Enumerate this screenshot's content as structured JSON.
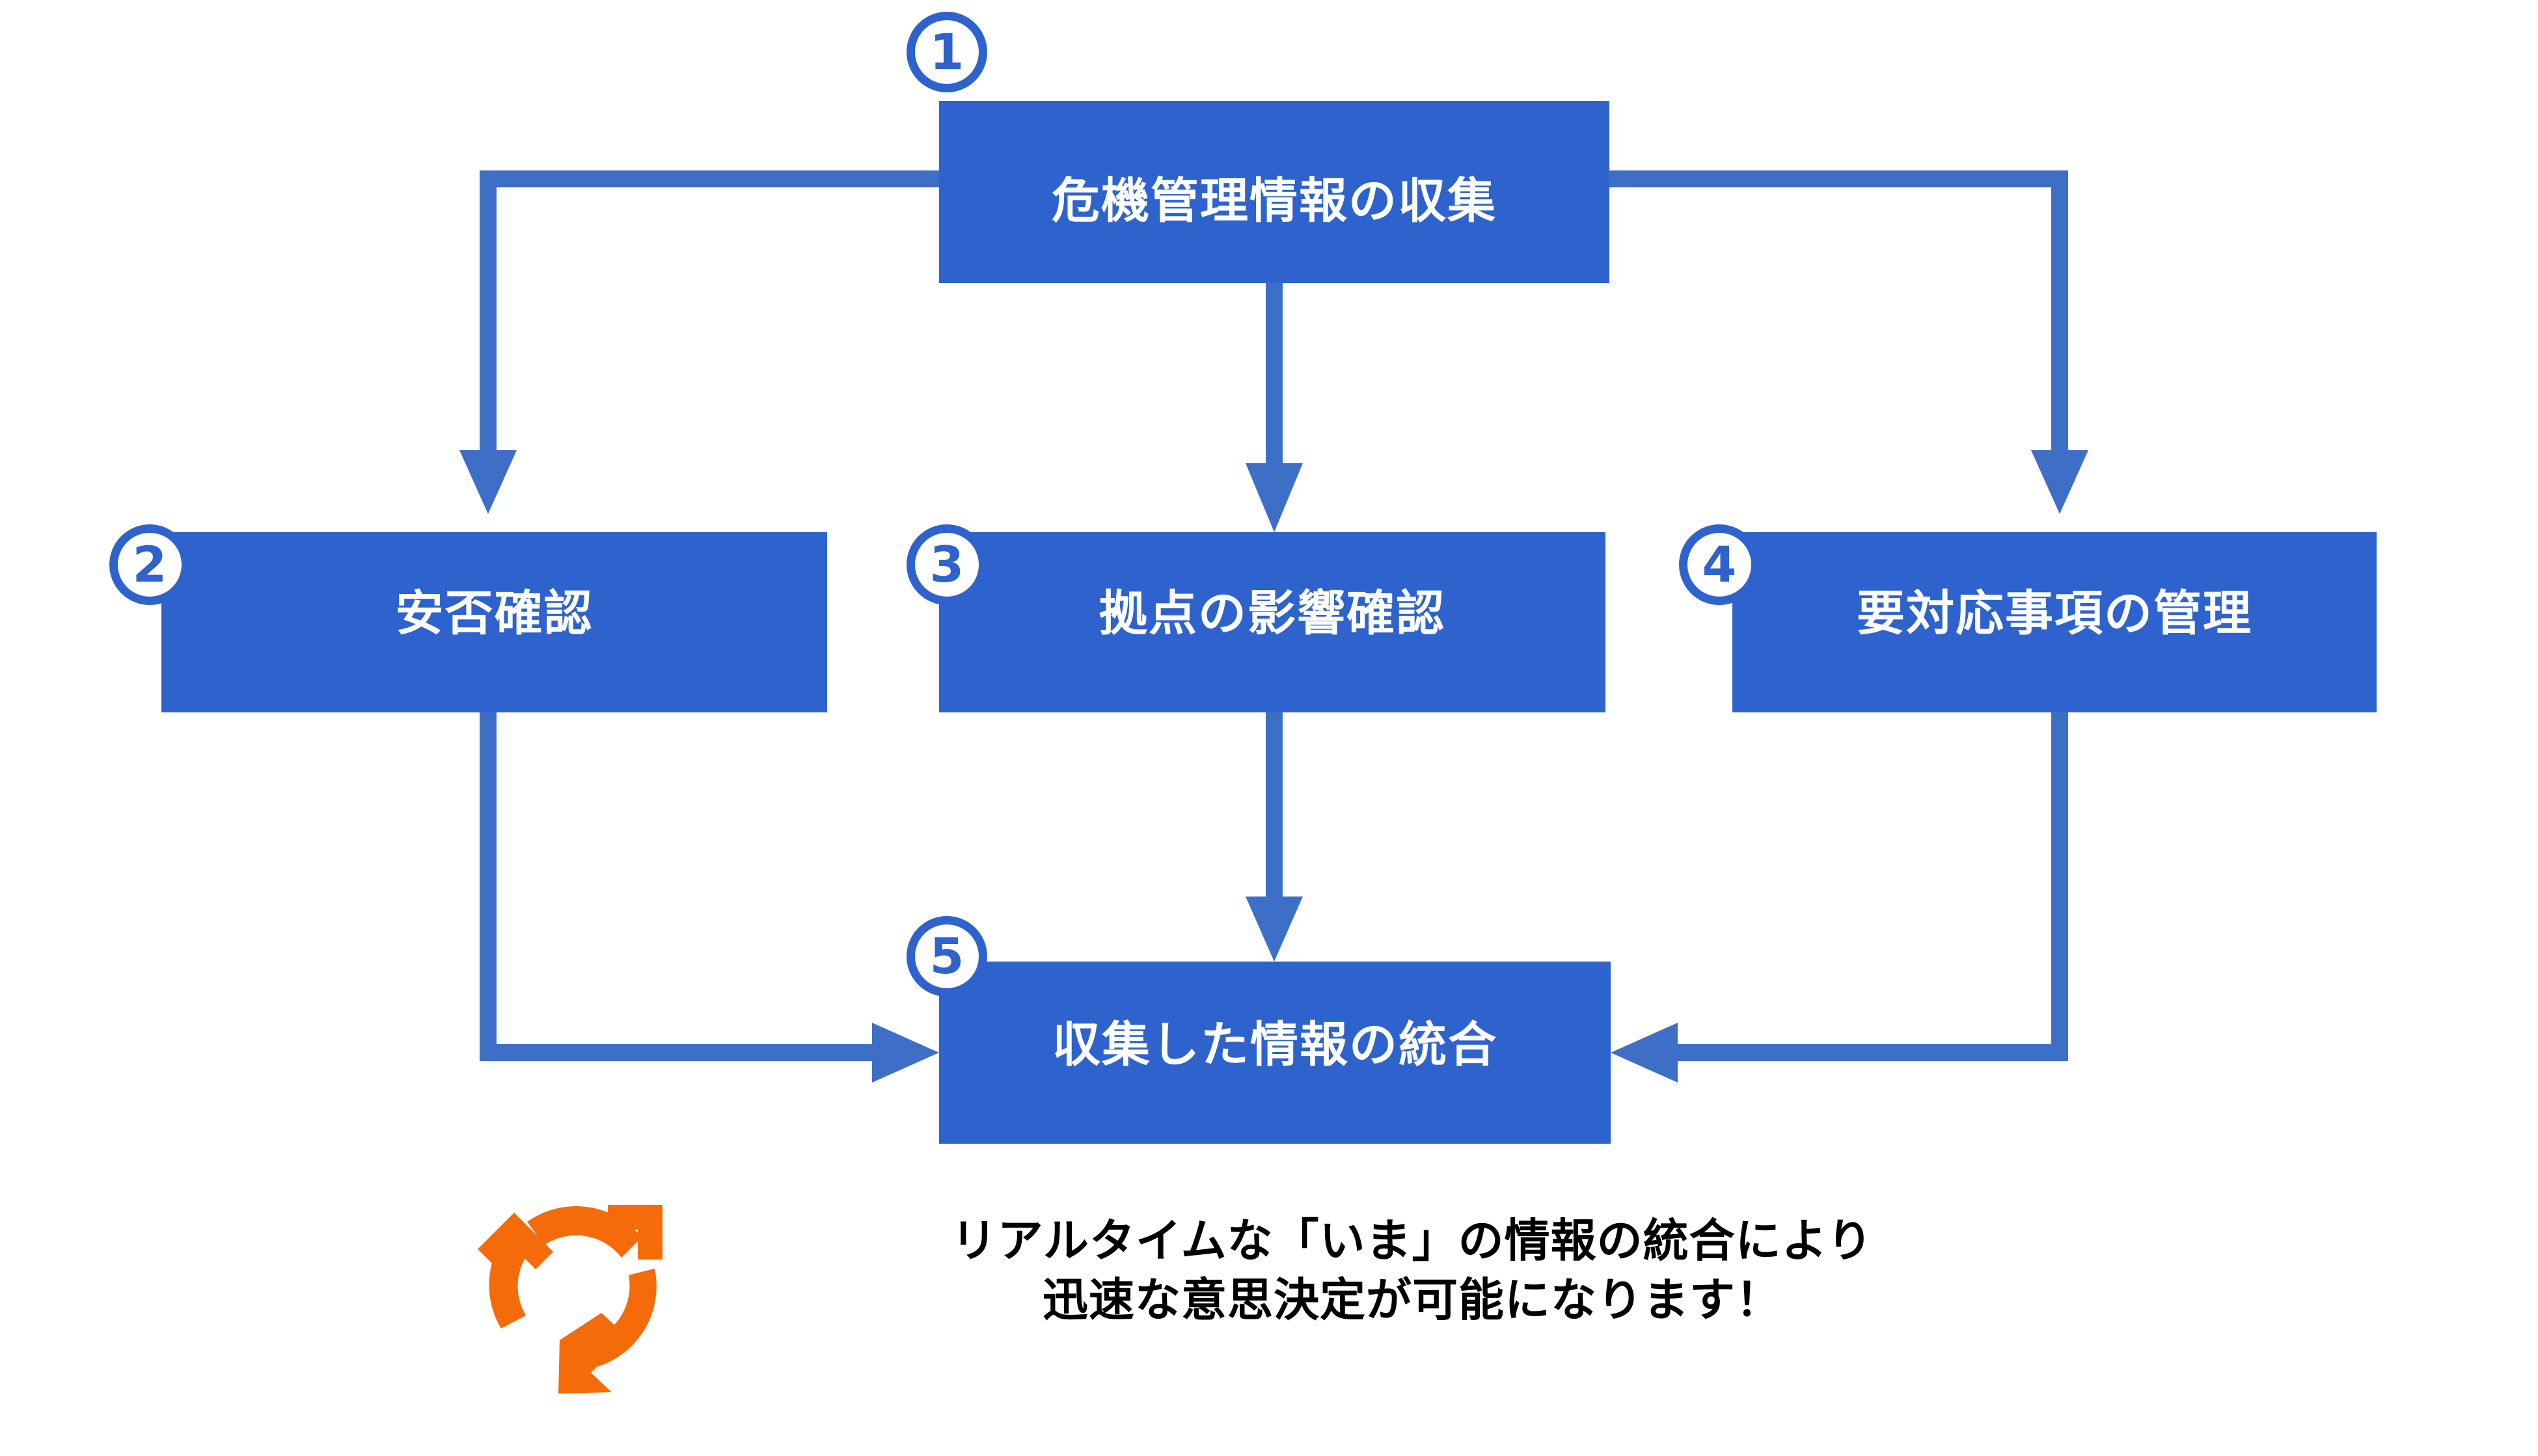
{
  "theme": {
    "box_fill": "#2E63CE",
    "box_text": "#FFFFFF",
    "connector": "#3E6FC6",
    "badge_ring": "#2E63CE",
    "badge_fill": "#FFFFFF",
    "caption_text": "#000000",
    "cycle_icon": "#F56B0A",
    "background": "#FFFFFF"
  },
  "diagram": {
    "type": "flowchart",
    "title": "",
    "nodes": [
      {
        "id": "n1",
        "number": "1",
        "label": "危機管理情報の収集"
      },
      {
        "id": "n2",
        "number": "2",
        "label": "安否確認"
      },
      {
        "id": "n3",
        "number": "3",
        "label": "拠点の影響確認"
      },
      {
        "id": "n4",
        "number": "4",
        "label": "要対応事項の管理"
      },
      {
        "id": "n5",
        "number": "5",
        "label": "収集した情報の統合"
      }
    ],
    "edges": [
      {
        "from": "n1",
        "to": "n2",
        "style": "elbow-left-down",
        "arrow": "down"
      },
      {
        "from": "n1",
        "to": "n3",
        "style": "straight-down",
        "arrow": "down"
      },
      {
        "from": "n1",
        "to": "n4",
        "style": "elbow-right-down",
        "arrow": "down"
      },
      {
        "from": "n2",
        "to": "n5",
        "style": "down-then-right",
        "arrow": "right"
      },
      {
        "from": "n3",
        "to": "n5",
        "style": "straight-down",
        "arrow": "down"
      },
      {
        "from": "n4",
        "to": "n5",
        "style": "down-then-left",
        "arrow": "left"
      }
    ]
  },
  "footer": {
    "icon_name": "cycle-refresh-icon",
    "caption": "リアルタイムな「いま」の情報の統合により\n迅速な意思決定が可能になります！"
  }
}
